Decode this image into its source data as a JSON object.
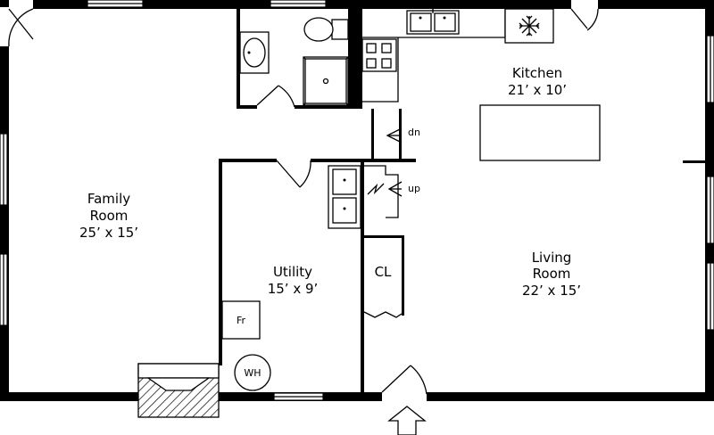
{
  "rooms": {
    "family": {
      "name_line1": "Family",
      "name_line2": "Room",
      "size": "25’ x 15’"
    },
    "kitchen": {
      "name": "Kitchen",
      "size": "21’ x 10’"
    },
    "living": {
      "name_line1": "Living",
      "name_line2": "Room",
      "size": "22’ x 15’"
    },
    "utility": {
      "name": "Utility",
      "size": "15’ x 9’"
    }
  },
  "labels": {
    "closet": "CL",
    "freezer": "Fr",
    "water_heater": "WH",
    "stairs_down": "dn",
    "stairs_up": "up"
  },
  "icons": {
    "fridge": "snowflake-icon",
    "entry": "entry-arrow-icon"
  }
}
